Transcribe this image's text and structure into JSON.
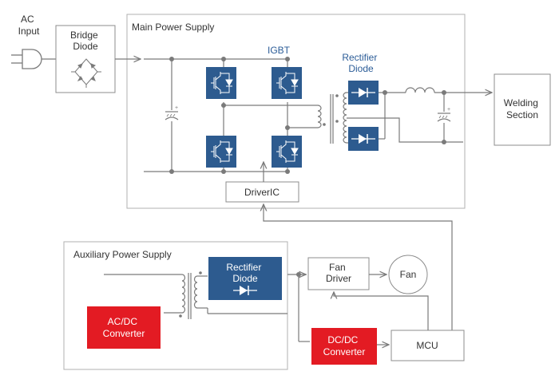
{
  "labels": {
    "ac_input_line1": "AC",
    "ac_input_line2": "Input",
    "bridge_diode_line1": "Bridge",
    "bridge_diode_line2": "Diode",
    "main_power_supply": "Main Power Supply",
    "igbt": "IGBT",
    "rectifier_diode_main_line1": "Rectifier",
    "rectifier_diode_main_line2": "Diode",
    "welding_section_line1": "Welding",
    "welding_section_line2": "Section",
    "driver_ic": "DriverIC",
    "auxiliary_power_supply": "Auxiliary Power Supply",
    "rectifier_diode_aux_line1": "Rectifier",
    "rectifier_diode_aux_line2": "Diode",
    "acdc_line1": "AC/DC",
    "acdc_line2": "Converter",
    "fan_driver_line1": "Fan",
    "fan_driver_line2": "Driver",
    "fan": "Fan",
    "dcdc_line1": "DC/DC",
    "dcdc_line2": "Converter",
    "mcu": "MCU"
  },
  "colors": {
    "line": "#7a7a7a",
    "box_border": "#8c8c8c",
    "block_blue": "#2d5b8f",
    "accent_red": "#e31b23",
    "label_blue": "#2b5c97",
    "text": "#333333"
  }
}
